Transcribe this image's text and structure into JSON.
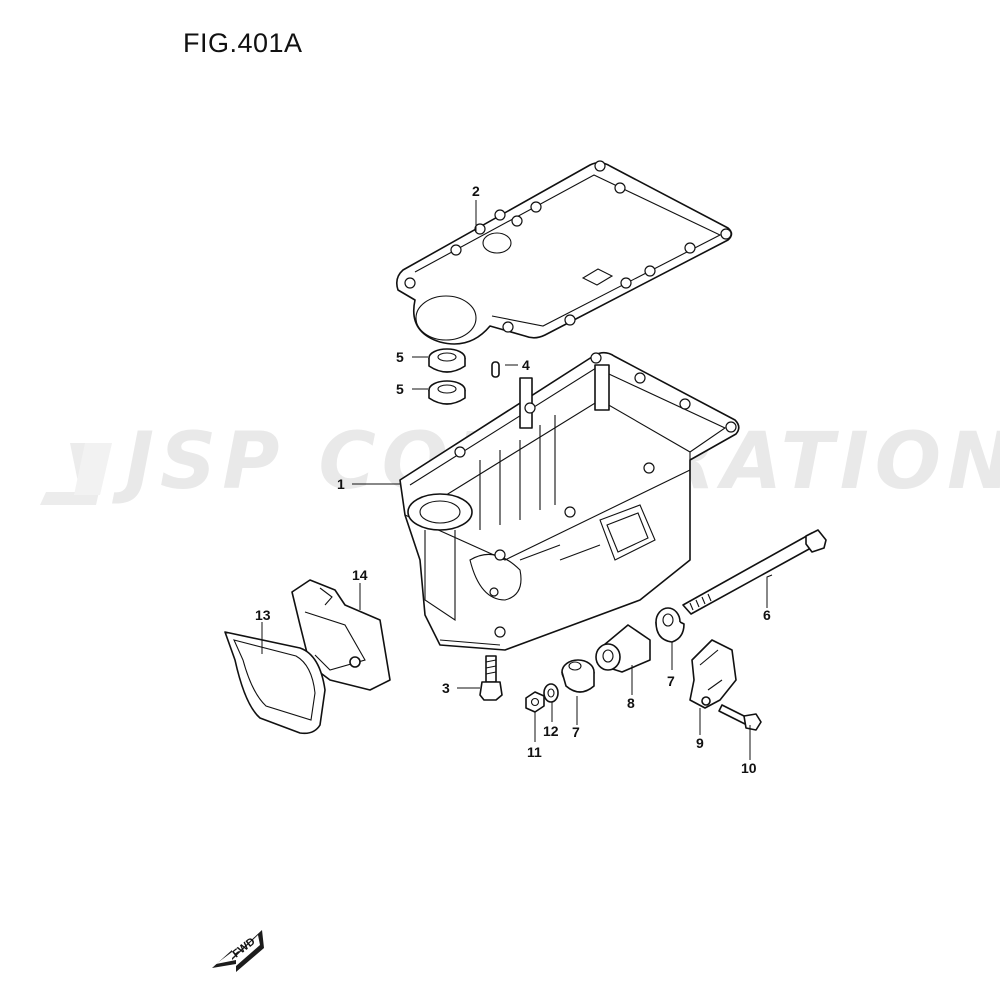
{
  "figure": {
    "title": "FIG.401A"
  },
  "watermark": {
    "text": "JSP CORPORATION"
  },
  "direction_badge": {
    "text": "FWD"
  },
  "callouts": [
    {
      "id": "c1",
      "label": "1"
    },
    {
      "id": "c2",
      "label": "2"
    },
    {
      "id": "c3",
      "label": "3"
    },
    {
      "id": "c4",
      "label": "4"
    },
    {
      "id": "c5a",
      "label": "5"
    },
    {
      "id": "c5b",
      "label": "5"
    },
    {
      "id": "c6",
      "label": "6"
    },
    {
      "id": "c7a",
      "label": "7"
    },
    {
      "id": "c7b",
      "label": "7"
    },
    {
      "id": "c8",
      "label": "8"
    },
    {
      "id": "c9",
      "label": "9"
    },
    {
      "id": "c10",
      "label": "10"
    },
    {
      "id": "c11",
      "label": "11"
    },
    {
      "id": "c12",
      "label": "12"
    },
    {
      "id": "c13",
      "label": "13"
    },
    {
      "id": "c14",
      "label": "14"
    }
  ]
}
